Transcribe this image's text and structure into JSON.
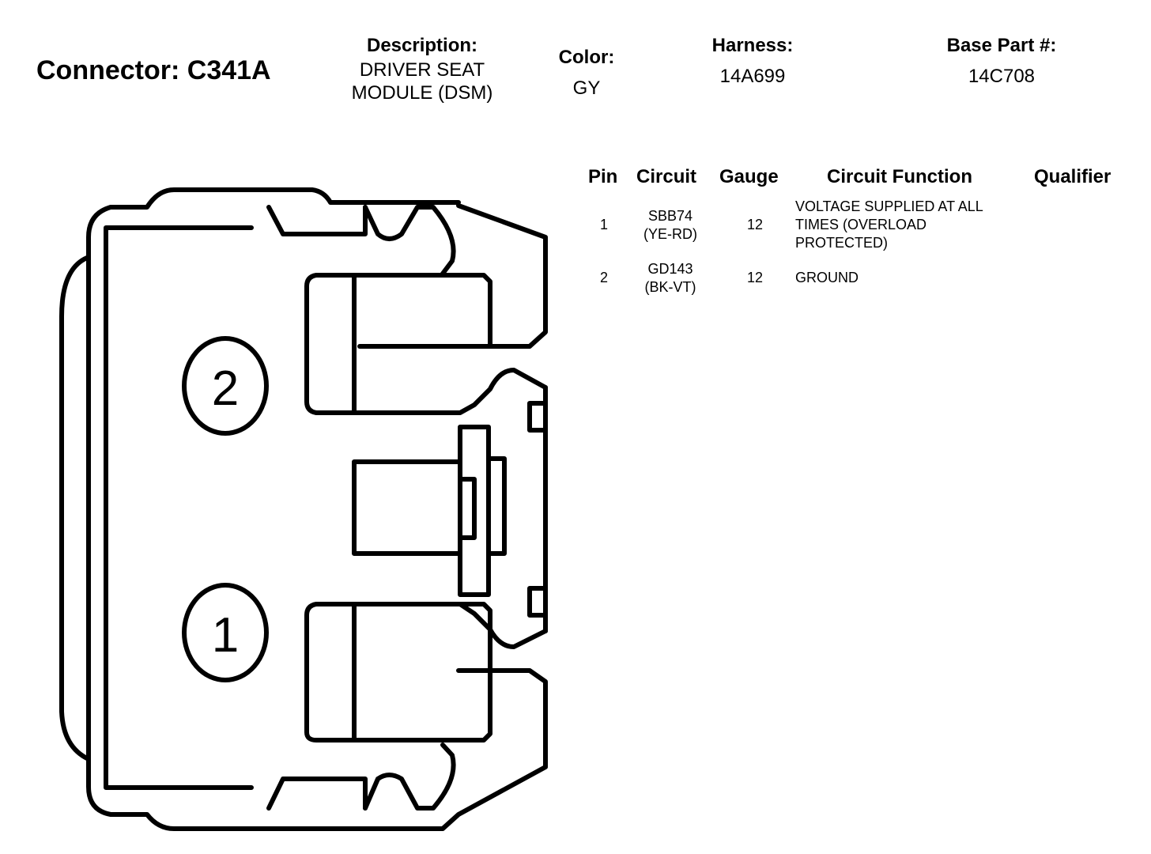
{
  "connector": {
    "label": "Connector: C341A",
    "description_label": "Description:",
    "description_lines": [
      "DRIVER SEAT",
      "MODULE (DSM)"
    ],
    "color_label": "Color:",
    "color_value": "GY",
    "harness_label": "Harness:",
    "harness_value": "14A699",
    "base_part_label": "Base Part #:",
    "base_part_value": "14C708"
  },
  "table": {
    "headers": [
      "Pin",
      "Circuit",
      "Gauge",
      "Circuit Function",
      "Qualifier"
    ],
    "rows": [
      {
        "pin": "1",
        "circuit_lines": [
          "SBB74",
          "(YE-RD)"
        ],
        "gauge": "12",
        "function_lines": [
          "VOLTAGE SUPPLIED AT ALL",
          "TIMES (OVERLOAD",
          "PROTECTED)"
        ],
        "qualifier": ""
      },
      {
        "pin": "2",
        "circuit_lines": [
          "GD143",
          "(BK-VT)"
        ],
        "gauge": "12",
        "function_lines": [
          "GROUND"
        ],
        "qualifier": ""
      }
    ]
  },
  "diagram": {
    "pin_labels": [
      "2",
      "1"
    ]
  }
}
